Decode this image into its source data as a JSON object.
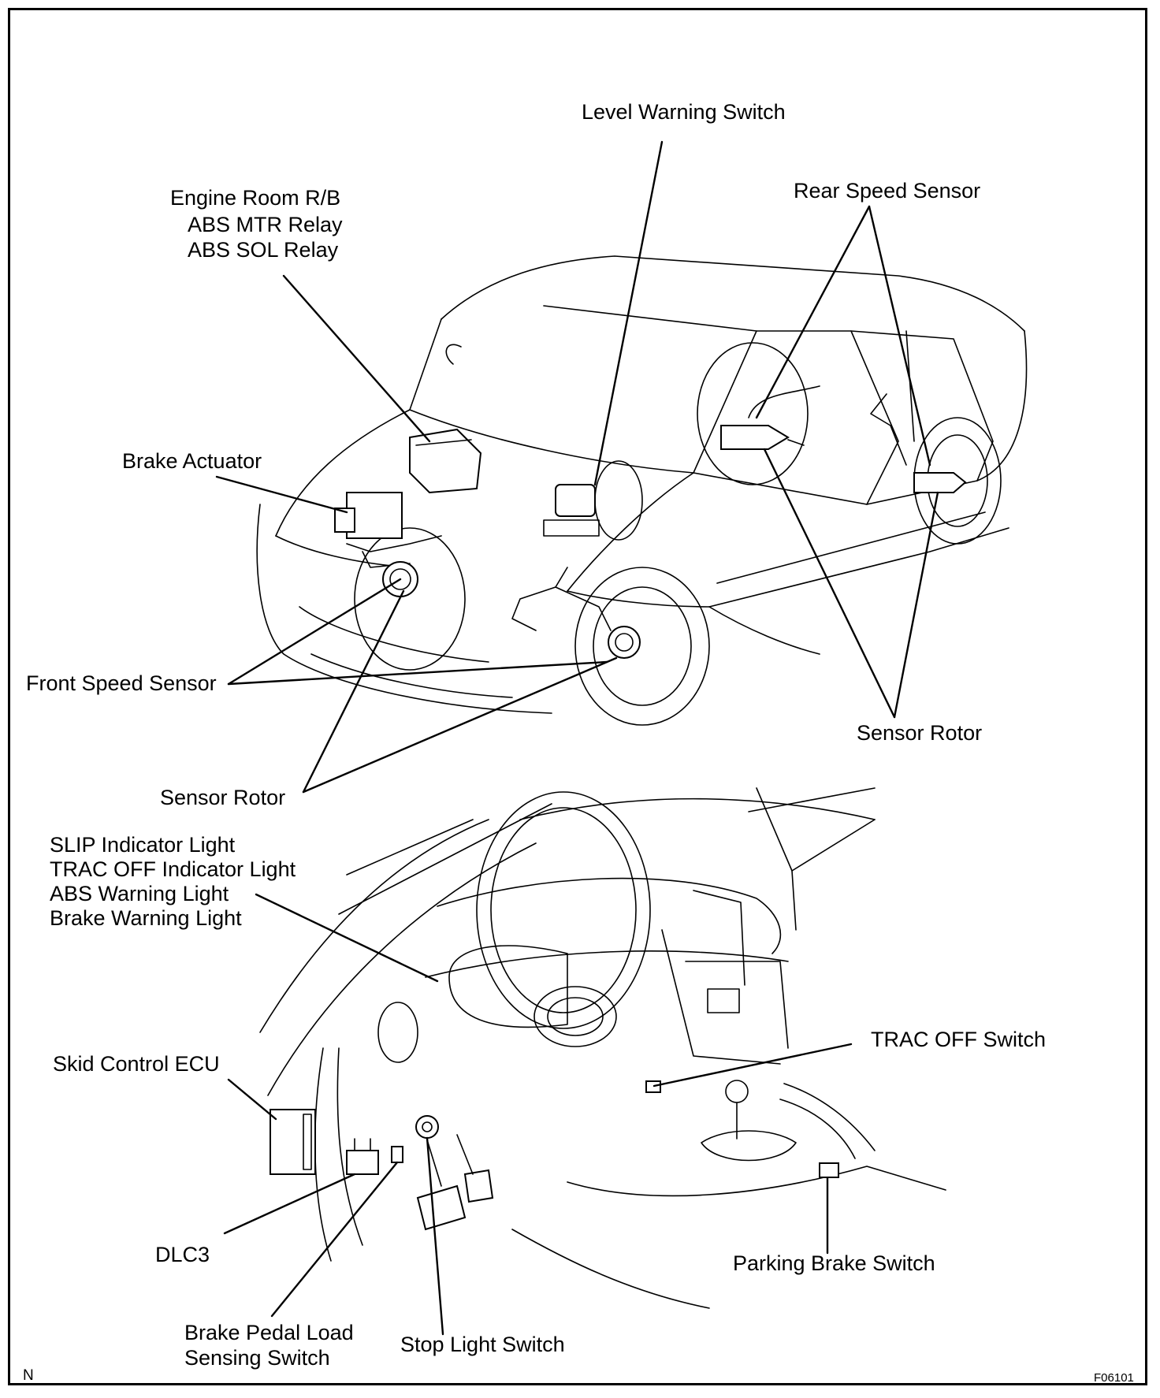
{
  "labels": {
    "level_warning_switch": "Level Warning Switch",
    "engine_room_rb": [
      "Engine Room R/B",
      "ABS MTR Relay",
      "ABS SOL Relay"
    ],
    "rear_speed_sensor": "Rear Speed Sensor",
    "brake_actuator": "Brake Actuator",
    "front_speed_sensor": "Front Speed Sensor",
    "sensor_rotor_rear": "Sensor Rotor",
    "sensor_rotor_front": "Sensor Rotor",
    "indicator_lights": [
      "SLIP Indicator Light",
      "TRAC OFF Indicator Light",
      "ABS Warning Light",
      "Brake Warning Light"
    ],
    "trac_off_switch": "TRAC OFF Switch",
    "skid_control_ecu": "Skid Control ECU",
    "dlc3": "DLC3",
    "parking_brake_switch": "Parking Brake Switch",
    "brake_pedal_load": [
      "Brake Pedal Load",
      "Sensing Switch"
    ],
    "stop_light_switch": "Stop Light Switch"
  },
  "corner_marks": {
    "left": "N",
    "right": "F06101"
  }
}
